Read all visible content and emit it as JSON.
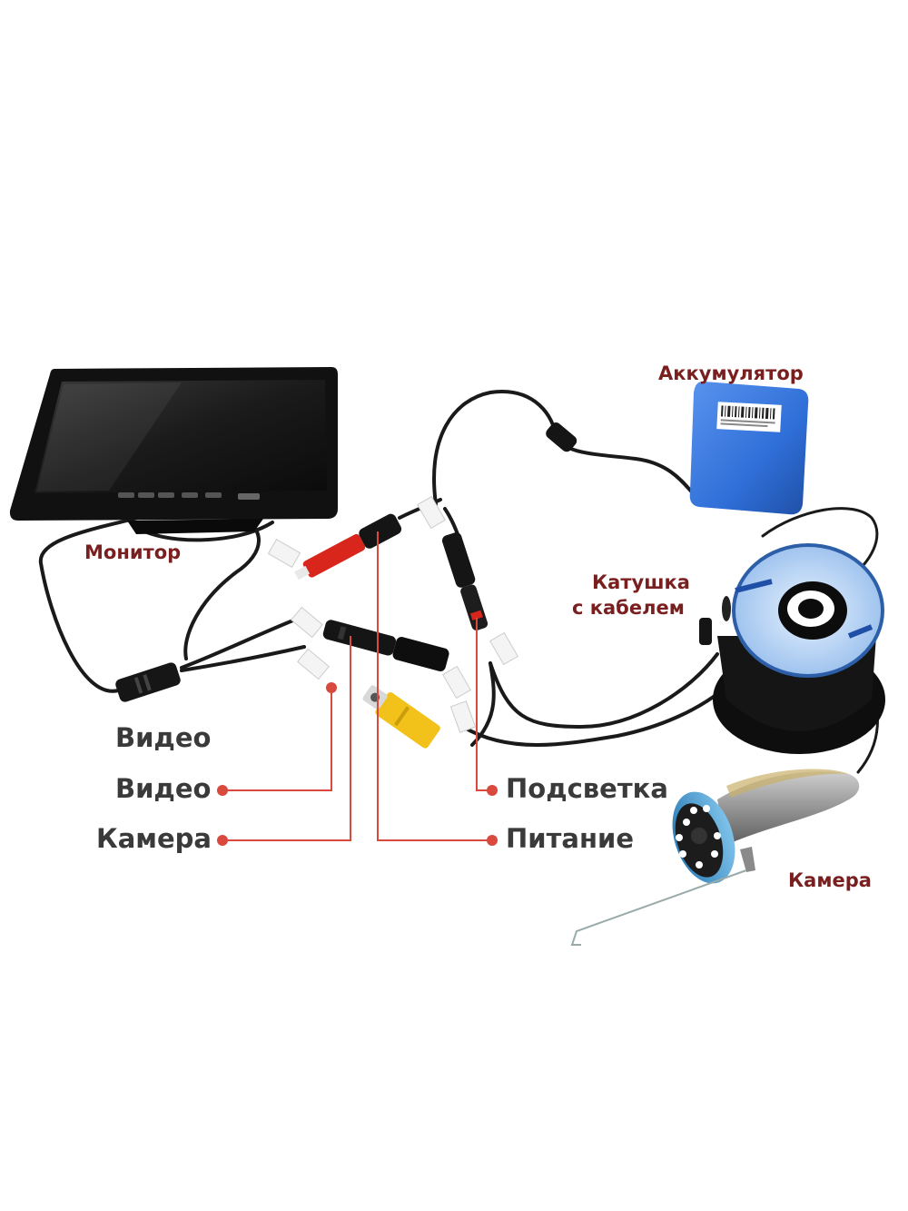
{
  "labels": {
    "monitor": "Монитор",
    "battery": "Аккумулятор",
    "reel_line1": "Катушка",
    "reel_line2": "с кабелем",
    "camera_right": "Камера",
    "video_1": "Видео",
    "video_2": "Видео",
    "camera_left": "Камера",
    "backlight": "Подсветка",
    "power": "Питание"
  },
  "colors": {
    "label_red": "#7a1f1f",
    "label_dark": "#3a3a3a",
    "callout_line": "#d9493e",
    "cable": "#1a1a1a",
    "battery_blue": "#2f6fd8",
    "rca_red": "#d8261c",
    "rca_yellow": "#f2c21a"
  }
}
